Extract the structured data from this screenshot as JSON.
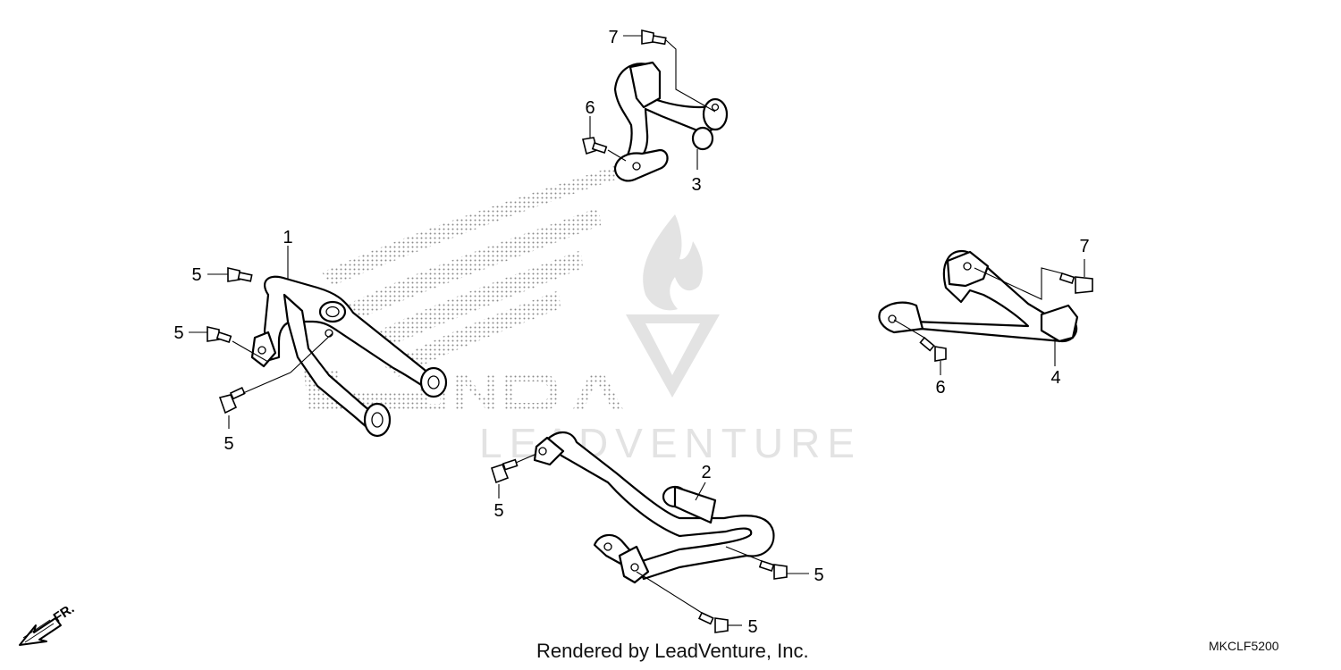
{
  "diagram": {
    "callouts": {
      "c1": "1",
      "c2": "2",
      "c3": "3",
      "c4": "4",
      "c5a": "5",
      "c5b": "5",
      "c5c": "5",
      "c5d": "5",
      "c5e": "5",
      "c5f": "5",
      "c6a": "6",
      "c6b": "6",
      "c7a": "7",
      "c7b": "7"
    },
    "front_indicator": "FR.",
    "diagram_code": "MKCLF5200",
    "credit": "Rendered by LeadVenture, Inc.",
    "watermark": {
      "brand": "HONDA",
      "renderer": "LEADVENTURE"
    }
  },
  "colors": {
    "line": "#000000",
    "watermark": "#d9d9d9",
    "honda_dots": "#8a8a8a"
  }
}
